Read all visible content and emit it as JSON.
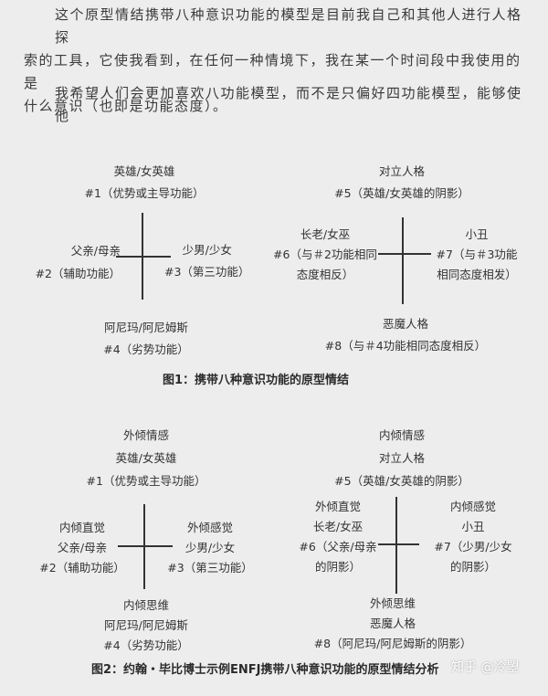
{
  "intro": {
    "p1_lines": [
      "这个原型情结携带八种意识功能的模型是目前我自己和其他人进行人格探",
      "索的工具，它使我看到，在任何一种情境下，我在某一个时间段中我使用的是",
      "什么意识（也即是功能态度）。"
    ],
    "p2_line": "我希望人们会更加喜欢八功能模型，而不是只偏好四功能模型，能够使他"
  },
  "fig1": {
    "left": {
      "top": [
        "英雄/女英雄",
        "#1（优势或主导功能）"
      ],
      "left": [
        "父亲/母亲",
        "#2（辅助功能）"
      ],
      "right": [
        "少男/少女",
        "#3（第三功能）"
      ],
      "bottom": [
        "阿尼玛/阿尼姆斯",
        "#4（劣势功能）"
      ]
    },
    "right": {
      "top": [
        "对立人格",
        "#5（英雄/女英雄的阴影）"
      ],
      "left": [
        "长老/女巫",
        "#6（与＃2功能相同",
        "态度相反）"
      ],
      "right": [
        "小丑",
        "#7（与＃3功能",
        "相同态度相发）"
      ],
      "bottom": [
        "恶魔人格",
        "#8（与＃4功能相同态度相反）"
      ]
    },
    "caption": "图1：携带八种意识功能的原型情结"
  },
  "fig2": {
    "left": {
      "top": [
        "外倾情感",
        "英雄/女英雄",
        "#1（优势或主导功能）"
      ],
      "left": [
        "内倾直觉",
        "父亲/母亲",
        "#2（辅助功能）"
      ],
      "right": [
        "外倾感觉",
        "少男/少女",
        "#3（第三功能）"
      ],
      "bottom": [
        "内倾思维",
        "阿尼玛/阿尼姆斯",
        "#4（劣势功能）"
      ]
    },
    "right": {
      "top": [
        "内倾情感",
        "对立人格",
        "#5（英雄/女英雄的阴影）"
      ],
      "left": [
        "外倾直觉",
        "长老/女巫",
        "#6（父亲/母亲",
        "的阴影）"
      ],
      "right": [
        "内倾感觉",
        "小丑",
        "#7（少男/少女",
        "的阴影）"
      ],
      "bottom": [
        "外倾思维",
        "恶魔人格",
        "#8（阿尼玛/阿尼姆斯的阴影）"
      ]
    },
    "caption": "图2：约翰・毕比博士示例ENFJ携带八种意识功能的原型情结分析"
  },
  "watermark": "知乎 @冷曌"
}
